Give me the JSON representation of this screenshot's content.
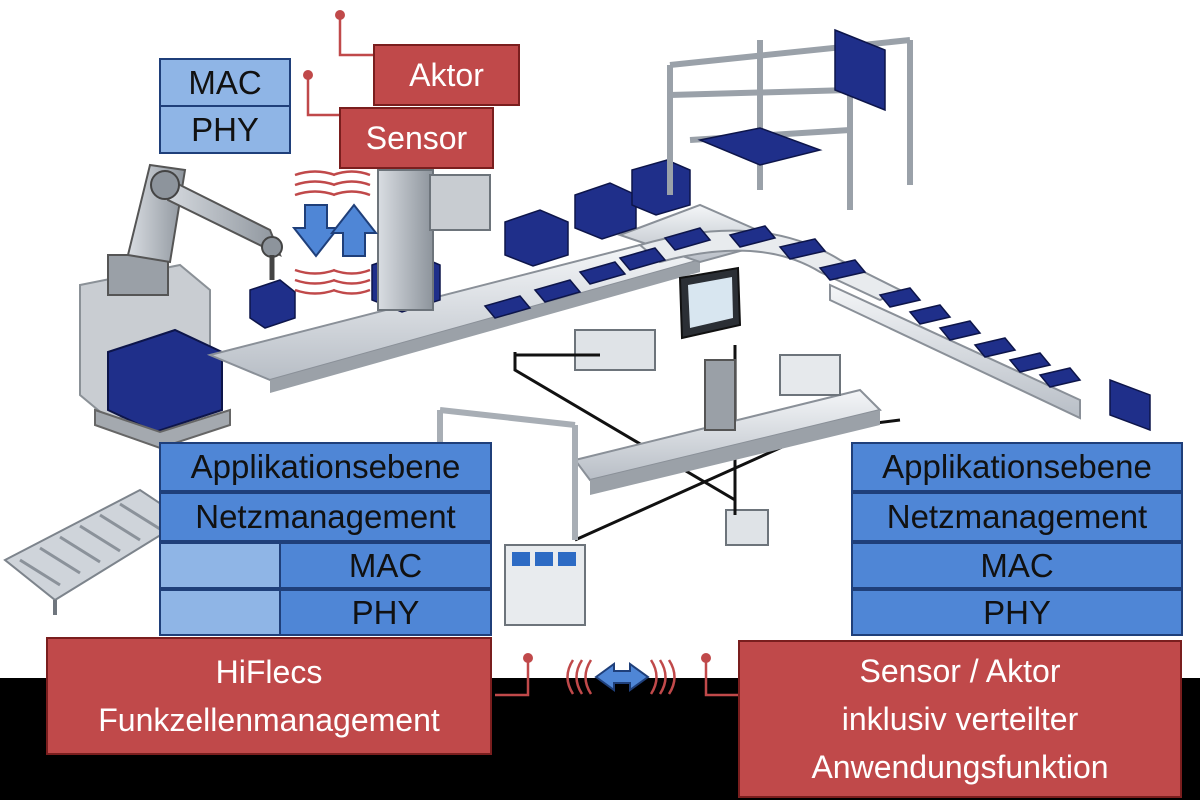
{
  "top_left_stack": {
    "mac": "MAC",
    "phy": "PHY"
  },
  "top_red": {
    "aktor": "Aktor",
    "sensor": "Sensor"
  },
  "left_stack": {
    "application": "Applikationsebene",
    "network": "Netzmanagement",
    "mac": "MAC",
    "phy": "PHY"
  },
  "right_stack": {
    "application": "Applikationsebene",
    "network": "Netzmanagement",
    "mac": "MAC",
    "phy": "PHY"
  },
  "bottom_left_box": {
    "line1": "HiFlecs",
    "line2": "Funkzellenmanagement"
  },
  "bottom_right_box": {
    "line1": "Sensor / Aktor",
    "line2": "inklusiv verteilter",
    "line3": "Anwendungsfunktion"
  },
  "colors": {
    "layer_blue": "#4f86d6",
    "layer_light_blue": "#8fb5e6",
    "accent_red": "#c0494a",
    "machine_blue": "#1f2f8a",
    "background_bottom": "#000000"
  }
}
